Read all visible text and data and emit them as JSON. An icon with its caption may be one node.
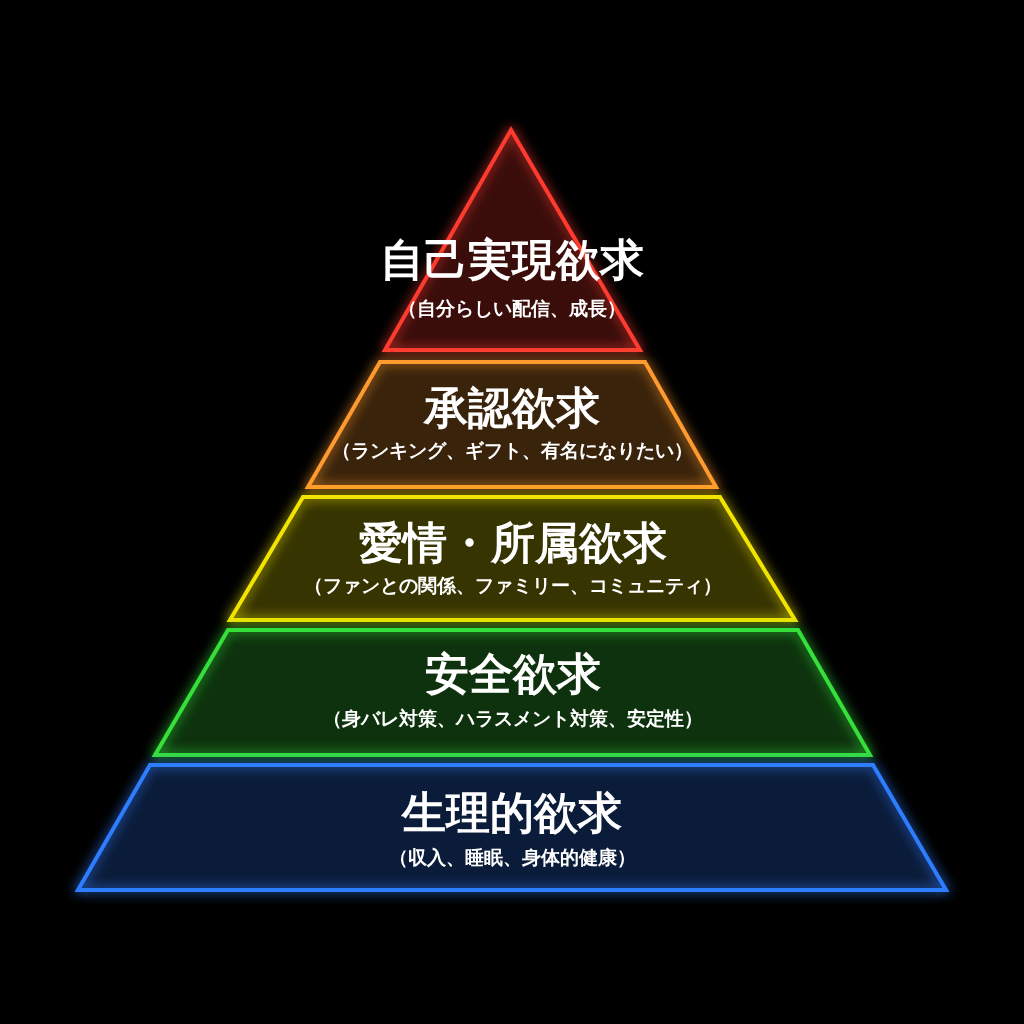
{
  "diagram": {
    "nodes": [
      {
        "text": [
          "自己実現欲求",
          "（自分らしい配信、成長）"
        ]
      },
      {
        "text": [
          "承認欲求",
          "（ランキング、ギフト、有名になりたい）"
        ]
      },
      {
        "text": [
          "愛情・所属欲求",
          "（ファンとの関係、ファミリー、コミュニティ）"
        ]
      },
      {
        "text": [
          "安全欲求",
          "（身バレ対策、ハラスメント対策、安定性）"
        ]
      },
      {
        "text": [
          "生理的欲求",
          "（収入、睡眠、身体的健康）"
        ]
      }
    ]
  }
}
